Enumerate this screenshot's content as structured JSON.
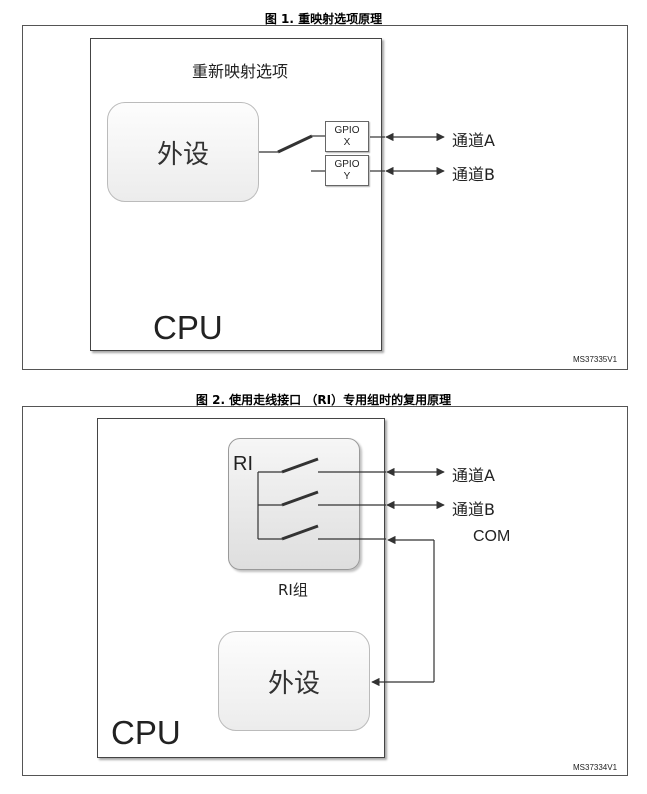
{
  "figure1": {
    "title": "图 1. 重映射选项原理",
    "remap_label": "重新映射选项",
    "peripheral_label": "外设",
    "gpio_x_line1": "GPIO",
    "gpio_x_line2": "X",
    "gpio_y_line1": "GPIO",
    "gpio_y_line2": "Y",
    "channel_a": "通道A",
    "channel_b": "通道B",
    "cpu_label": "CPU",
    "code": "MS37335V1"
  },
  "figure2": {
    "title": "图 2. 使用走线接口 （RI）专用组时的复用原理",
    "ri_label": "RI",
    "ri_group_label": "RI组",
    "channel_a": "通道A",
    "channel_b": "通道B",
    "com_label": "COM",
    "peripheral_label": "外设",
    "cpu_label": "CPU",
    "code": "MS37334V1"
  }
}
